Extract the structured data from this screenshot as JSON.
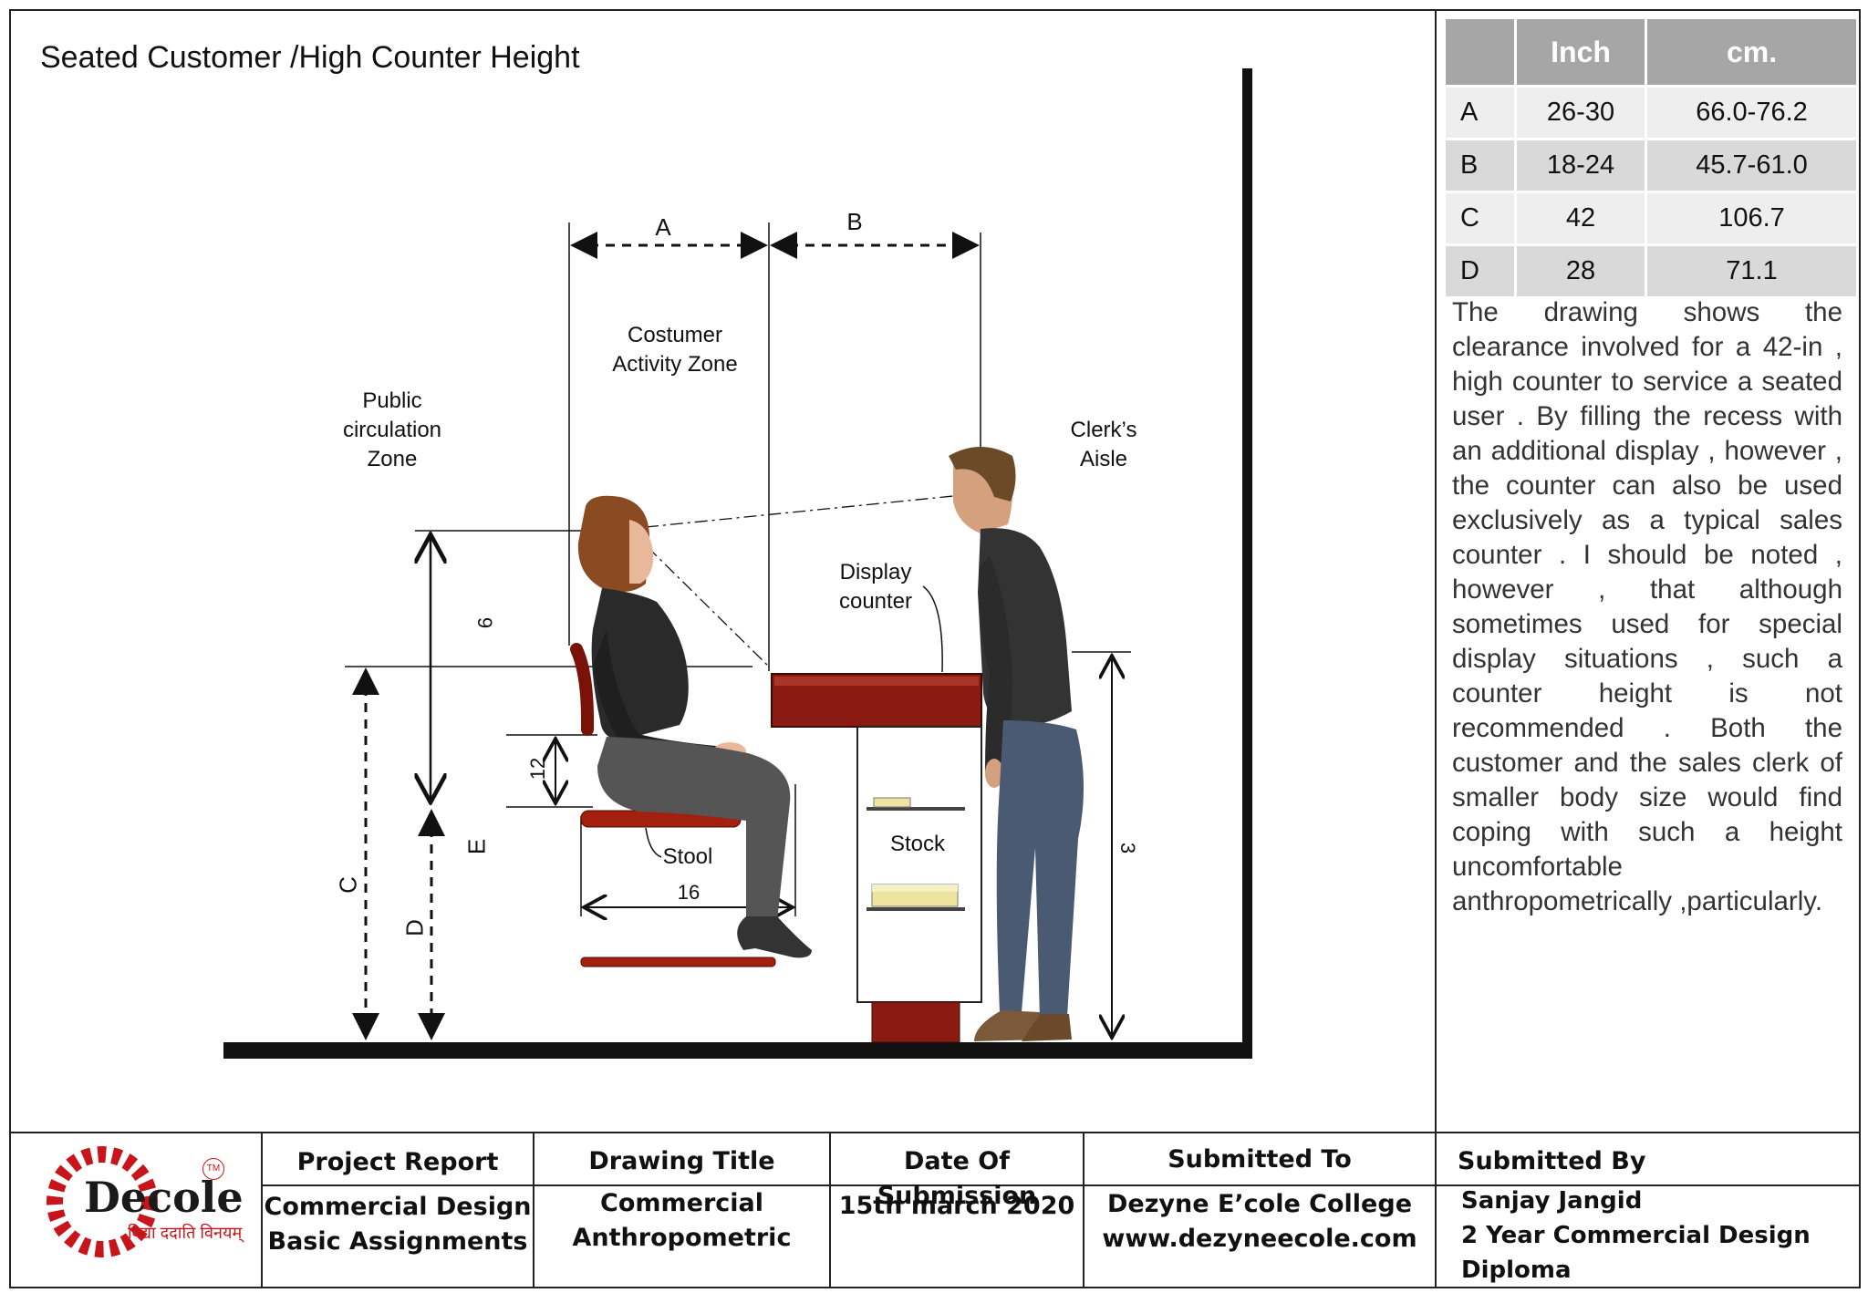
{
  "drawing": {
    "title": "Seated Customer /High Counter Height",
    "dim_labels": {
      "A": "A",
      "B": "B",
      "C": "C",
      "D": "D",
      "E": "E"
    },
    "measure_labels": {
      "nine": "9",
      "twelve": "12",
      "sixteen": "16",
      "three": "3"
    },
    "zones": {
      "public": [
        "Public",
        "circulation",
        "Zone"
      ],
      "activity": [
        "Costumer",
        "Activity Zone"
      ],
      "clerk": [
        "Clerk’s",
        "Aisle"
      ]
    },
    "labels": {
      "display": [
        "Display",
        "counter"
      ],
      "stool": "Stool",
      "stock": "Stock"
    }
  },
  "table": {
    "headers": [
      "",
      "Inch",
      "cm."
    ],
    "rows": [
      {
        "key": "A",
        "inch": "26-30",
        "cm": "66.0-76.2"
      },
      {
        "key": "B",
        "inch": "18-24",
        "cm": "45.7-61.0"
      },
      {
        "key": "C",
        "inch": "42",
        "cm": "106.7"
      },
      {
        "key": "D",
        "inch": "28",
        "cm": "71.1"
      }
    ]
  },
  "description": "The drawing shows the clearance involved for a 42-in , high counter to service a seated user . By filling the recess with an additional display , however , the counter can also be used exclusively as a typical sales counter . I should be noted , however , that although sometimes used for special display situations , such a counter height is not recommended . Both the customer and the sales clerk of smaller body size would find coping with such a height uncomfortable anthropometrically ,particularly.",
  "footer": {
    "logo": {
      "name": "Decole",
      "tagline": "विद्या ददाति विनयम्",
      "tm": "TM"
    },
    "project_report": {
      "label": "Project Report",
      "value": [
        "Commercial Design",
        "Basic Assignments"
      ]
    },
    "drawing_title": {
      "label": "Drawing Title",
      "value": [
        "Commercial",
        "Anthropometric"
      ]
    },
    "date": {
      "label": "Date Of Submission",
      "value": "15th march 2020"
    },
    "submitted_to": {
      "label": "Submitted To",
      "value": [
        "Dezyne E’cole College",
        "www.dezyneecole.com"
      ]
    },
    "submitted_by": {
      "label": "Submitted By",
      "value": [
        "Sanjay Jangid",
        "2 Year Commercial Design",
        "Diploma"
      ]
    }
  },
  "colors": {
    "counter": "#8b1a12",
    "stool": "#a3200f",
    "border": "#222222",
    "table_header": "#a6a6a6"
  }
}
